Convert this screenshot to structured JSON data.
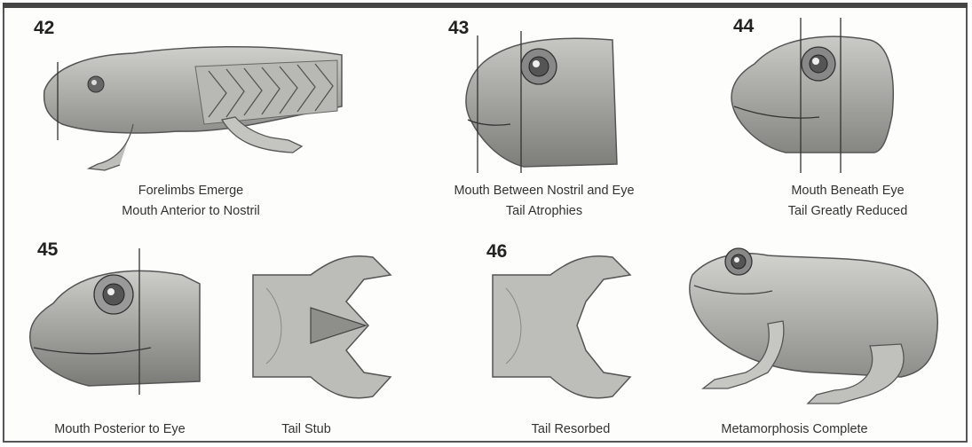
{
  "stages": {
    "s42": {
      "number": "42",
      "line1": "Forelimbs Emerge",
      "line2": "Mouth Anterior to Nostril"
    },
    "s43": {
      "number": "43",
      "line1": "Mouth Between Nostril and Eye",
      "line2": "Tail Atrophies"
    },
    "s44": {
      "number": "44",
      "line1": "Mouth Beneath Eye",
      "line2": "Tail Greatly Reduced"
    },
    "s45": {
      "number": "45",
      "caption_head": "Mouth Posterior to Eye",
      "caption_body": "Tail Stub"
    },
    "s46": {
      "number": "46",
      "caption_body": "Tail Resorbed",
      "caption_adult": "Metamorphosis Complete"
    }
  }
}
